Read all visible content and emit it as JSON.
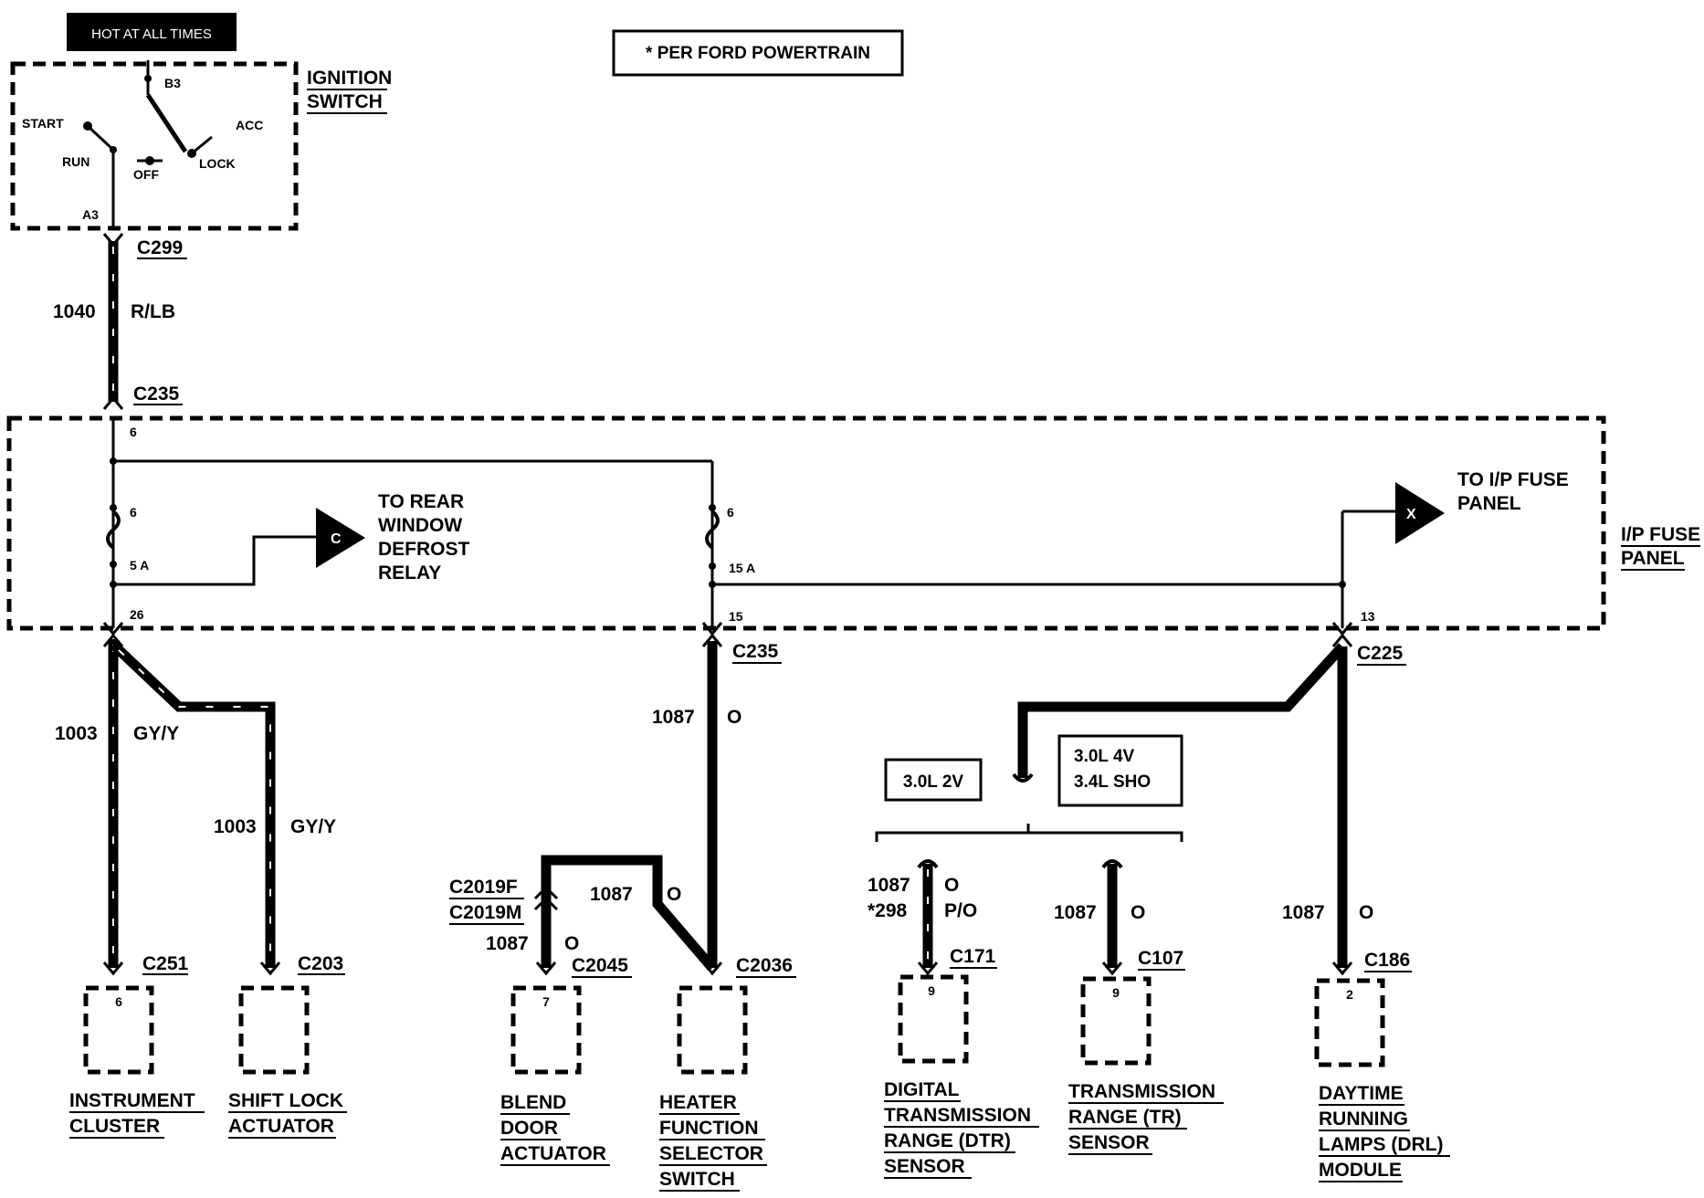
{
  "header": {
    "hot_at_all_times": "HOT AT ALL TIMES",
    "per_ford_powertrain": "* PER FORD POWERTRAIN"
  },
  "ignition_switch": {
    "title_line1": "IGNITION",
    "title_line2": "SWITCH",
    "b3": "B3",
    "start": "START",
    "acc": "ACC",
    "run": "RUN",
    "off": "OFF",
    "lock": "LOCK",
    "a3": "A3"
  },
  "connectors": {
    "c299": "C299",
    "c235_top": "C235",
    "c235_mid": "C235",
    "c225": "C225",
    "c251": "C251",
    "c203": "C203",
    "c2019f": "C2019F",
    "c2019m": "C2019M",
    "c2045": "C2045",
    "c2036": "C2036",
    "c171": "C171",
    "c107": "C107",
    "c186": "C186"
  },
  "wires": {
    "w1040_num": "1040",
    "w1040_color": "R/LB",
    "w1003a_num": "1003",
    "w1003a_color": "GY/Y",
    "w1003b_num": "1003",
    "w1003b_color": "GY/Y",
    "w1087_main_num": "1087",
    "w1087_main_color": "O",
    "w1087_blend_up_num": "1087",
    "w1087_blend_up_color": "O",
    "w1087_blend_num": "1087",
    "w1087_blend_color": "O",
    "w1087_dtr_num": "1087",
    "w1087_dtr_color": "O",
    "w298_num": "*298",
    "w298_color": "P/O",
    "w1087_tr_num": "1087",
    "w1087_tr_color": "O",
    "w1087_drl_num": "1087",
    "w1087_drl_color": "O"
  },
  "fuse_panel": {
    "title_line1": "I/P FUSE",
    "title_line2": "PANEL",
    "pin_6_top": "6",
    "pin_6_left": "6",
    "fuse_5a": "5 A",
    "pin_26": "26",
    "pin_6_mid": "6",
    "fuse_15a": "15 A",
    "pin_15": "15",
    "pin_13": "13",
    "c_marker": "C",
    "x_marker": "X",
    "to_rear_line1": "TO REAR",
    "to_rear_line2": "WINDOW",
    "to_rear_line3": "DEFROST",
    "to_rear_line4": "RELAY",
    "to_ip_line1": "TO I/P FUSE",
    "to_ip_line2": "PANEL"
  },
  "engine_options": {
    "opt_2v": "3.0L 2V",
    "opt_4v_line1": "3.0L 4V",
    "opt_4v_line2": "3.4L SHO"
  },
  "components": {
    "instrument_cluster": {
      "pin": "6",
      "line1": "INSTRUMENT",
      "line2": "CLUSTER"
    },
    "shift_lock": {
      "line1": "SHIFT LOCK",
      "line2": "ACTUATOR"
    },
    "blend_door": {
      "pin": "7",
      "line1": "BLEND",
      "line2": "DOOR",
      "line3": "ACTUATOR"
    },
    "heater_function": {
      "line1": "HEATER",
      "line2": "FUNCTION",
      "line3": "SELECTOR",
      "line4": "SWITCH"
    },
    "dtr_sensor": {
      "pin": "9",
      "line1": "DIGITAL",
      "line2": "TRANSMISSION",
      "line3": "RANGE (DTR)",
      "line4": "SENSOR"
    },
    "tr_sensor": {
      "pin": "9",
      "line1": "TRANSMISSION",
      "line2": "RANGE (TR)",
      "line3": "SENSOR"
    },
    "drl_module": {
      "pin": "2",
      "line1": "DAYTIME",
      "line2": "RUNNING",
      "line3": "LAMPS (DRL)",
      "line4": "MODULE"
    }
  }
}
